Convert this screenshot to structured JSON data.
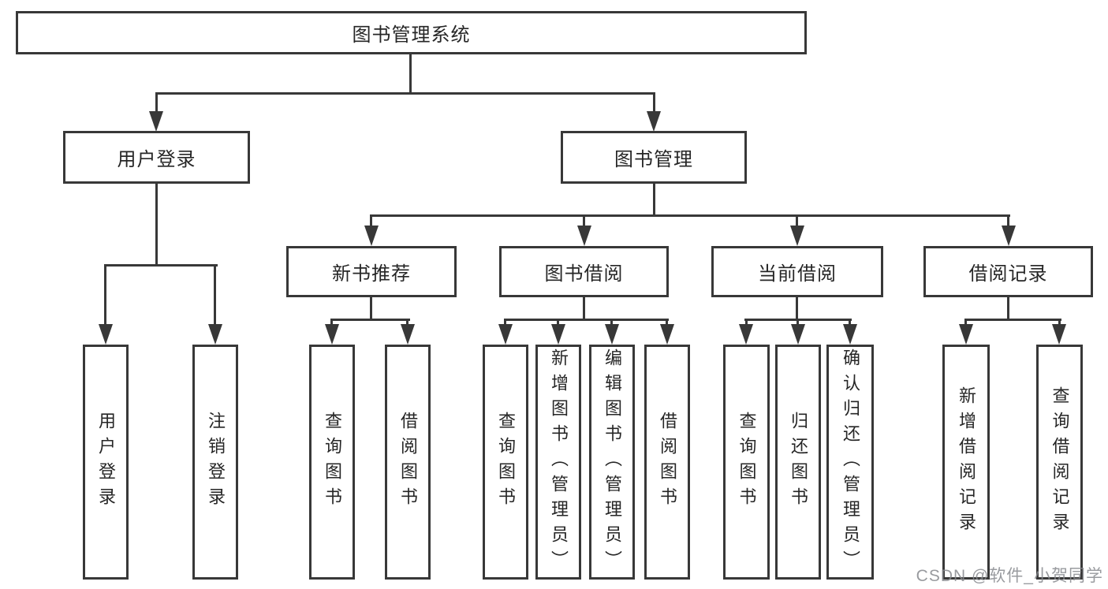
{
  "tree": {
    "label": "图书管理系统",
    "children": [
      {
        "label": "用户登录",
        "children": [
          {
            "label": "用户登录"
          },
          {
            "label": "注销登录"
          }
        ]
      },
      {
        "label": "图书管理",
        "children": [
          {
            "label": "新书推荐",
            "children": [
              {
                "label": "查询图书"
              },
              {
                "label": "借阅图书"
              }
            ]
          },
          {
            "label": "图书借阅",
            "children": [
              {
                "label": "查询图书"
              },
              {
                "label": "新增图书（管理员）"
              },
              {
                "label": "编辑图书（管理员）"
              },
              {
                "label": "借阅图书"
              }
            ]
          },
          {
            "label": "当前借阅",
            "children": [
              {
                "label": "查询图书"
              },
              {
                "label": "归还图书"
              },
              {
                "label": "确认归还（管理员）"
              }
            ]
          },
          {
            "label": "借阅记录",
            "children": [
              {
                "label": "新增借阅记录"
              },
              {
                "label": "查询借阅记录"
              }
            ]
          }
        ]
      }
    ]
  },
  "watermark": {
    "text": "CSDN @软件_小贺同学"
  },
  "colors": {
    "line": "#383838",
    "box_border": "#383838",
    "box_fill": "#ffffff",
    "text": "#262626",
    "background": "#ffffff",
    "watermark": "#878a8e"
  }
}
